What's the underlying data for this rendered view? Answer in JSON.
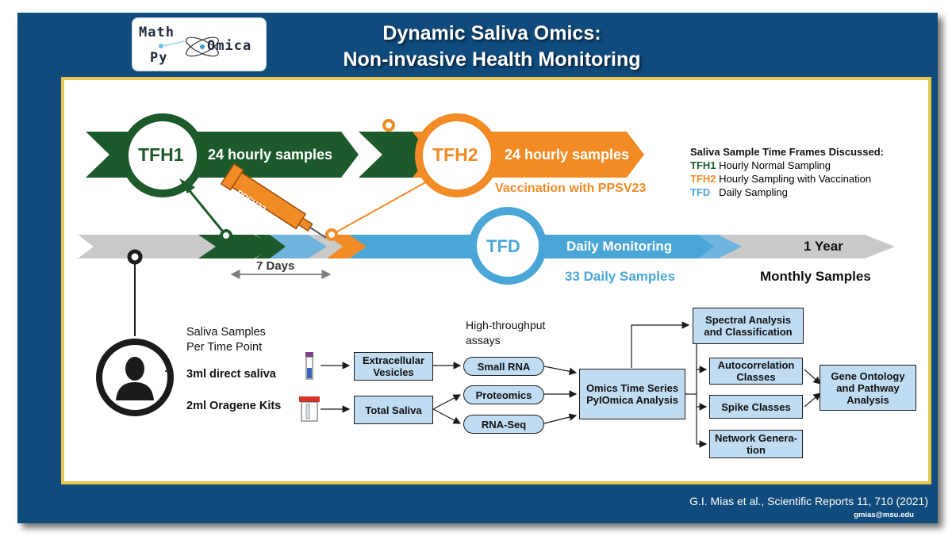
{
  "logo": {
    "line1": "Math",
    "line2": "Py",
    "mid": "Omica"
  },
  "title": {
    "line1": "Dynamic Saliva Omics:",
    "line2": "Non-invasive Health Monitoring"
  },
  "timeline": {
    "tfh1": {
      "label": "TFH1",
      "banner": "24 hourly samples"
    },
    "tfh2": {
      "label": "TFH2",
      "banner": "24 hourly samples",
      "note": "Vaccination with PPSV23"
    },
    "syringe_label": "PPSV23",
    "tfd": {
      "label": "TFD",
      "banner": "Daily Monitoring",
      "note": "33 Daily Samples"
    },
    "days_span": "7 Days",
    "end_label": "1 Year",
    "monthly": "Monthly Samples"
  },
  "legend": {
    "title": "Saliva Sample Time Frames Discussed:",
    "items": [
      {
        "code": "TFH1",
        "text": "Hourly Normal Sampling",
        "color": "#1d5a2b"
      },
      {
        "code": "TFH2",
        "text": "Hourly Sampling with Vaccination",
        "color": "#f28b25"
      },
      {
        "code": "TFD",
        "text": "Daily Sampling",
        "color": "#4ba6d8"
      }
    ]
  },
  "workflow": {
    "samples_heading_1": "Saliva Samples",
    "samples_heading_2": "Per Time Point",
    "direct": "3ml direct saliva",
    "oragene": "2ml Oragene Kits",
    "assays_heading_1": "High-throughput",
    "assays_heading_2": "assays",
    "extracellular": "Extracellular Vesicles",
    "total_saliva": "Total Saliva",
    "small_rna": "Small RNA",
    "proteomics": "Proteomics",
    "rna_seq": "RNA-Seq",
    "omics": "Omics Time Series PyIOmica Analysis",
    "spectral": "Spectral Analysis and Classification",
    "autocorr": "Autocorrelation Classes",
    "spike": "Spike Classes",
    "network": "Network Genera- tion",
    "gene_ontology": "Gene Ontology and Pathway Analysis"
  },
  "footer": {
    "citation": "G.I. Mias et al.,  Scientific Reports 11, 710 (2021)",
    "email": "gmias@msu.edu"
  },
  "colors": {
    "frame": "#0f4b7c",
    "gold": "#e7c64d",
    "green": "#1d5a2b",
    "orange": "#f28b25",
    "blue": "#4ba6d8",
    "grey": "#c9c9c9",
    "box": "#bfdcf3"
  }
}
